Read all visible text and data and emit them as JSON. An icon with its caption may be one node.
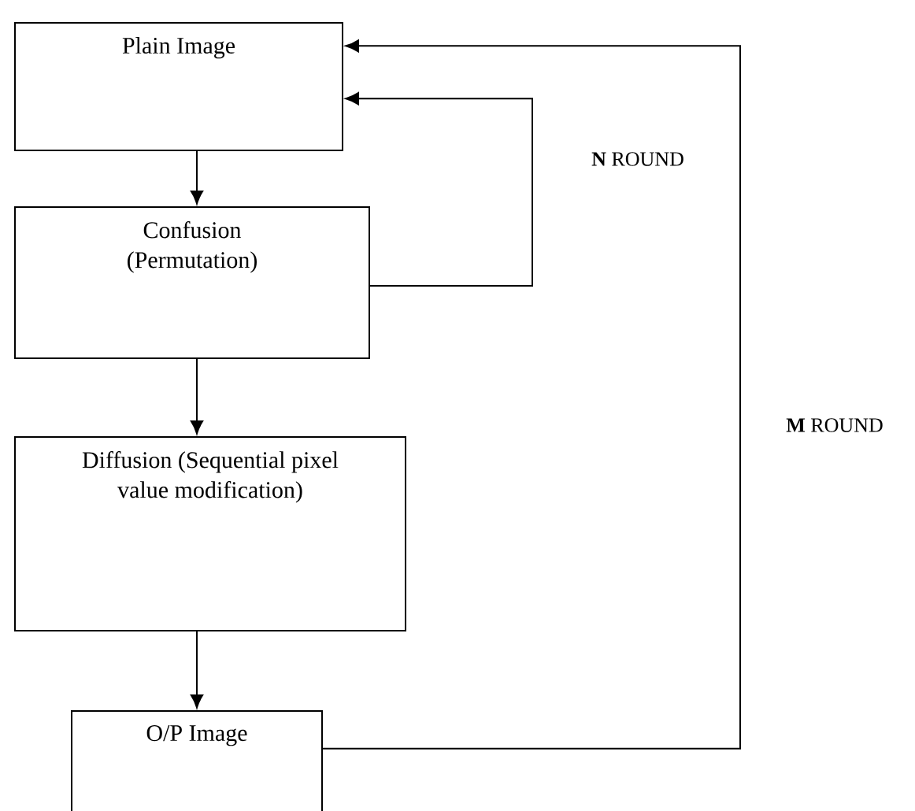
{
  "diagram": {
    "nodes": [
      {
        "text": [
          "Plain Image"
        ]
      },
      {
        "text": [
          "Confusion (Permutation)"
        ]
      },
      {
        "text": [
          "Diffusion (Sequential pixel value modification)"
        ]
      },
      {
        "text": [
          "O/P Image"
        ]
      }
    ],
    "edges": [
      {
        "from": 0,
        "to": 1,
        "arrow": "to"
      },
      {
        "from": 1,
        "to": 2,
        "arrow": "to"
      },
      {
        "from": 2,
        "to": 3,
        "arrow": "to"
      },
      {
        "from": 1,
        "to": 0,
        "arrow": "to",
        "label": "**N** ROUND"
      },
      {
        "from": 3,
        "to": 0,
        "arrow": "to",
        "label": "**M** ROUND"
      }
    ]
  }
}
